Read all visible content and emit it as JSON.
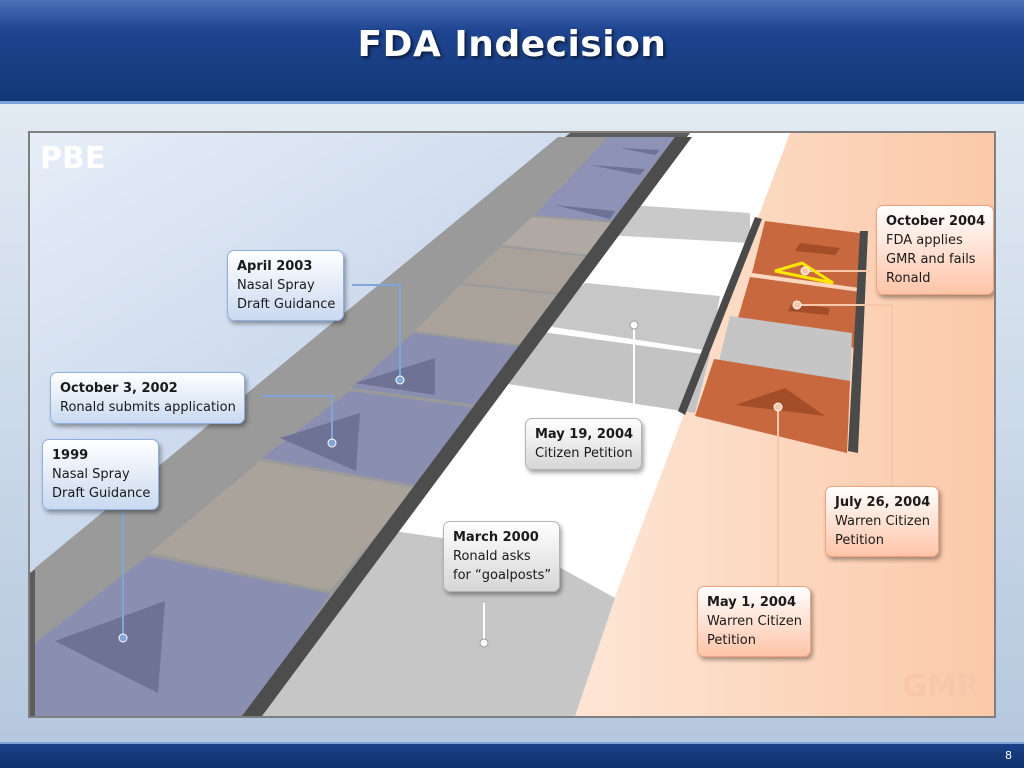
{
  "title": "FDA Indecision",
  "page_number": "8",
  "labels": {
    "left": "PBE",
    "right": "GMR"
  },
  "colors": {
    "blue": "#7fa6d8",
    "gray": "#ffffff",
    "orange": "#f6c7a9",
    "highlight": "#ffe600"
  },
  "events": [
    {
      "date": "1999",
      "text": "Nasal Spray\nDraft Guidance",
      "track": "blue"
    },
    {
      "date": "March 2000",
      "text": "Ronald asks\nfor “goalposts”",
      "track": "gray"
    },
    {
      "date": "October 3, 2002",
      "text": "Ronald submits application",
      "track": "blue"
    },
    {
      "date": "April 2003",
      "text": "Nasal Spray\nDraft Guidance",
      "track": "blue"
    },
    {
      "date": "May 19, 2004",
      "text": "Citizen Petition",
      "track": "gray"
    },
    {
      "date": "May 1, 2004",
      "text": "Warren Citizen\nPetition",
      "track": "orange"
    },
    {
      "date": "July 26, 2004",
      "text": "Warren Citizen\nPetition",
      "track": "orange"
    },
    {
      "date": "October 2004",
      "text": "FDA applies\nGMR and fails\nRonald",
      "track": "orange"
    }
  ]
}
